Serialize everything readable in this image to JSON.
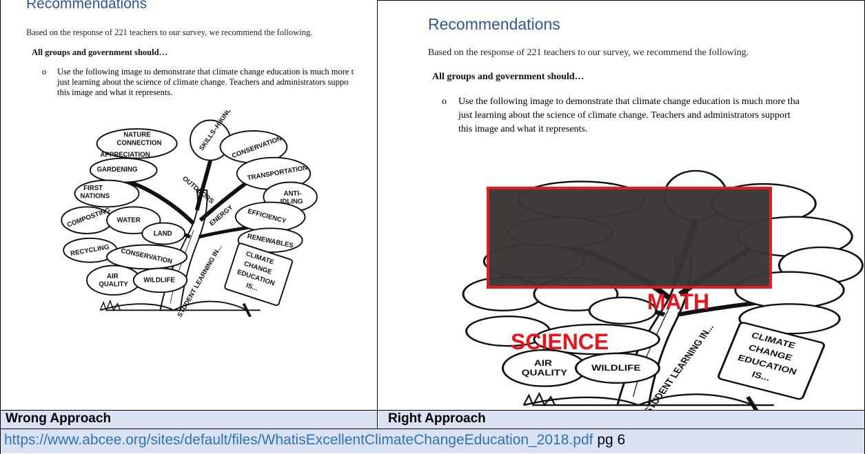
{
  "left": {
    "heading": "Recommendations",
    "intro": "Based on the response of 221 teachers to our survey, we recommend the following.",
    "subheading": "All groups and government should…",
    "bullet_mark": "o",
    "bullet_lines": [
      "Use the following image to demonstrate that climate change education is much more t",
      "just learning about the science of climate change.  Teachers and administrators suppo",
      "this image and what it represents."
    ]
  },
  "right": {
    "heading": "Recommendations",
    "intro": "Based on the response of 221 teachers to our survey, we recommend the following.",
    "subheading": "All groups and government should…",
    "bullet_mark": "o",
    "bullet_lines": [
      "Use the following image to demonstrate that climate change education is much more tha",
      "just learning about the science of climate change.  Teachers and administrators support",
      "this image and what it represents."
    ],
    "overlay_math": "MATH",
    "overlay_science": "SCIENCE"
  },
  "tree_labels": {
    "nature": "NATURE",
    "connection": "CONNECTION",
    "appreciation": "APPRECIATION",
    "gardening": "GARDENING",
    "first": "FIRST",
    "nations": "NATIONS",
    "skills_hiking": "SKILLS–HIKING",
    "conservation_top": "CONSERVATION",
    "transportation": "TRANSPORTATION",
    "anti": "ANTI-",
    "idling": "IDLING",
    "outdoors": "OUTDOORS",
    "energy": "ENERGY",
    "composting": "COMPOSTING",
    "water": "WATER",
    "land": "LAND",
    "efficiency": "EFFICIENCY",
    "renewables": "RENEWABLES",
    "recycling": "RECYCLING",
    "conservation": "CONSERVATION",
    "air": "AIR",
    "quality": "QUALITY",
    "wildlife": "WILDLIFE",
    "student_learning": "STUDENT LEARNING IN...",
    "sign_1": "CLIMATE",
    "sign_2": "CHANGE",
    "sign_3": "EDUCATION",
    "sign_4": "IS..."
  },
  "labels": {
    "wrong": "Wrong Approach",
    "right": "Right Approach"
  },
  "footer": {
    "url": "https://www.abcee.org/sites/default/files/WhatisExcellentClimateChangeEducation_2018.pdf",
    "page": "pg 6"
  },
  "colors": {
    "heading": "#2f5597",
    "label_bar": "#d9e1f2",
    "link": "#2e74b5",
    "overlay_red": "#e8141c",
    "overlay_box": "#3a3636"
  }
}
